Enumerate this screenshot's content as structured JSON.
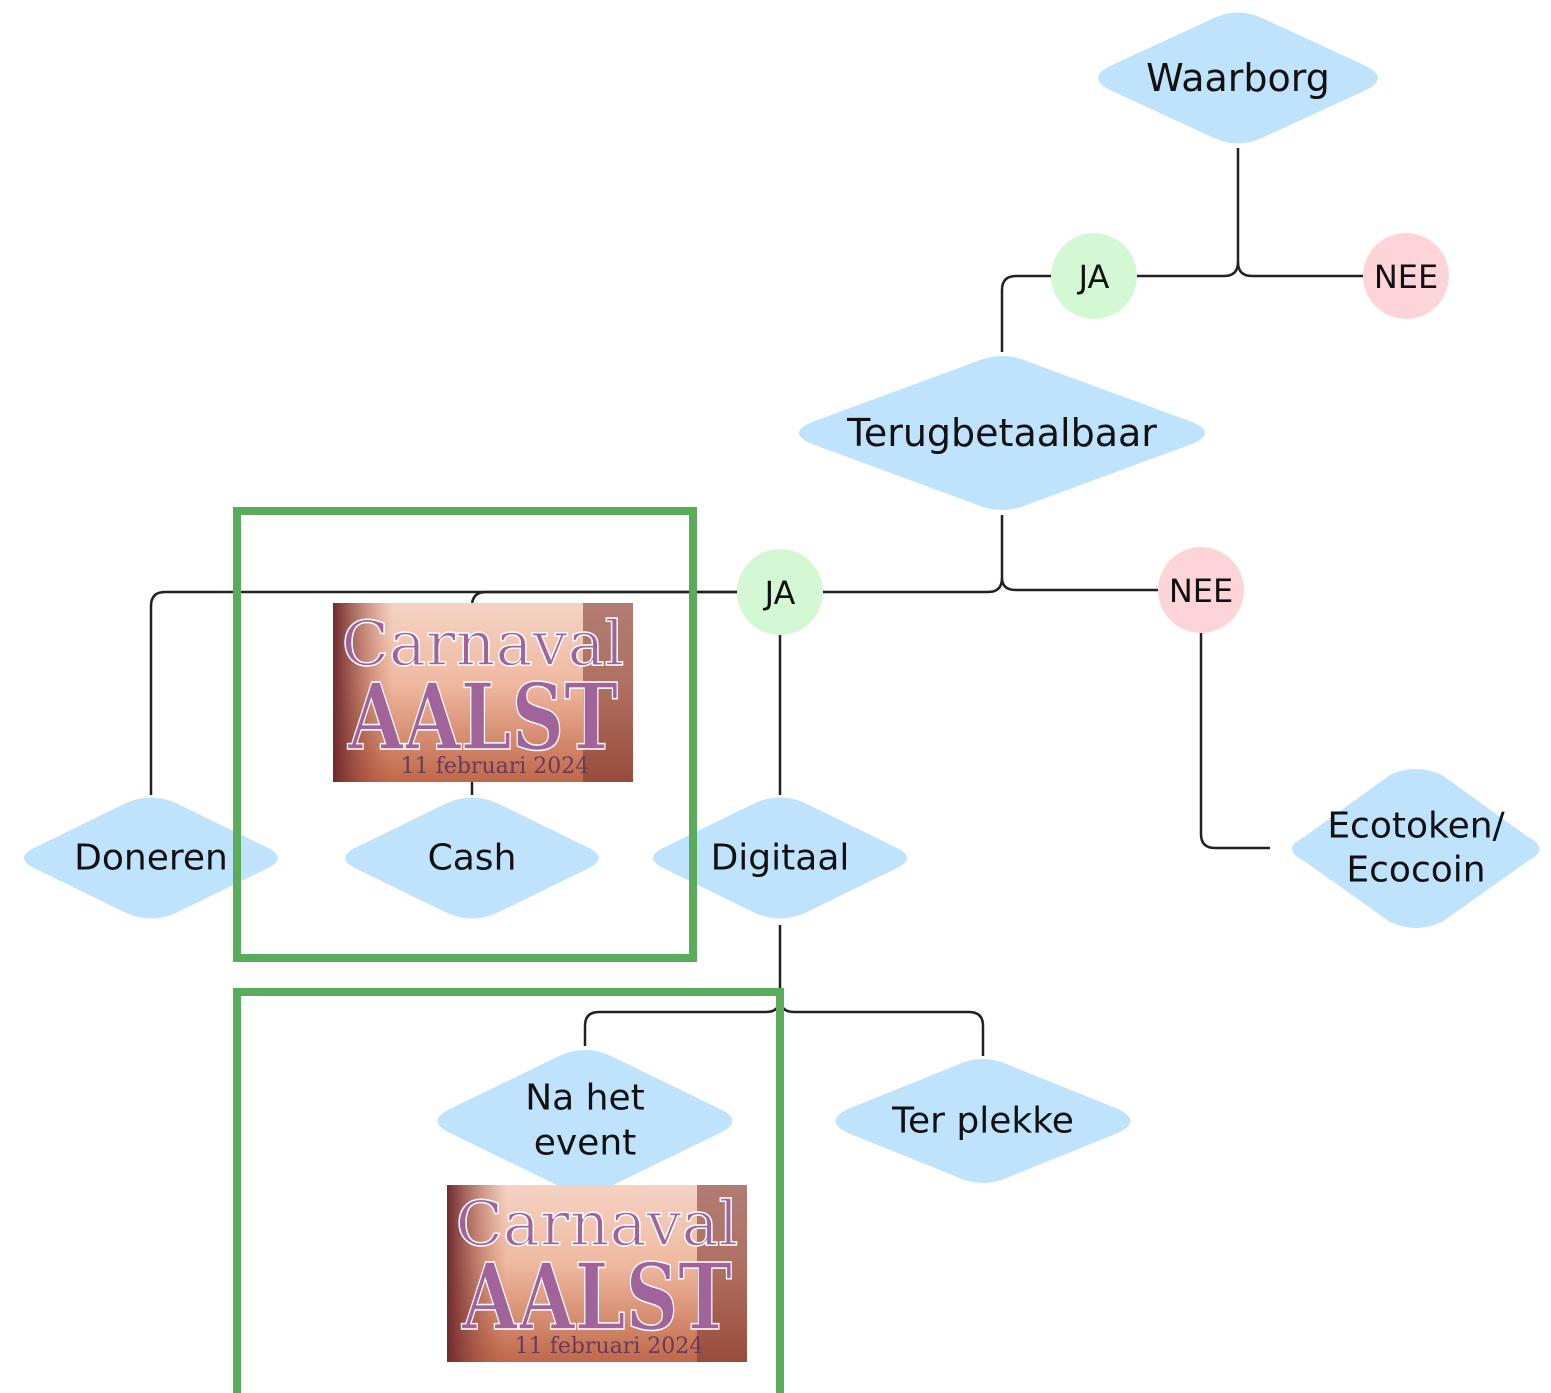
{
  "colors": {
    "decision_fill": "#bfe3fd",
    "yes_fill": "#d4f7d4",
    "no_fill": "#fdd5d9",
    "line": "#222222",
    "highlight": "#5aac5a",
    "poster_purple": "#a0649a"
  },
  "nodes": {
    "waarborg": "Waarborg",
    "ja_1": "JA",
    "nee_1": "NEE",
    "terugbetaalbaar": "Terugbetaalbaar",
    "ja_2": "JA",
    "nee_2": "NEE",
    "doneren": "Doneren",
    "cash": "Cash",
    "digitaal": "Digitaal",
    "ecotoken": [
      "Ecotoken/",
      "Ecocoin"
    ],
    "na_het_event": [
      "Na het",
      "event"
    ],
    "ter_plekke": "Ter plekke"
  },
  "posters": [
    {
      "title": "Carnaval",
      "city": "AALST",
      "date": "11 februari 2024"
    },
    {
      "title": "Carnaval",
      "city": "AALST",
      "date": "11 februari 2024"
    }
  ]
}
